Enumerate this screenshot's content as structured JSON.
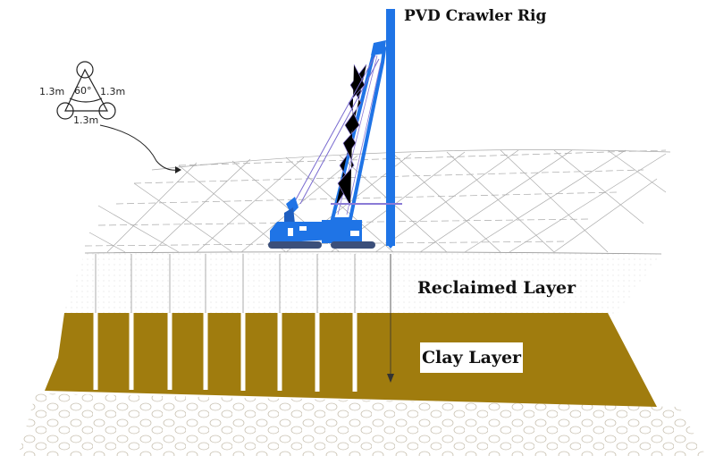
{
  "labels": {
    "rig": "PVD Crawler Rig",
    "reclaimed": "Reclaimed Layer",
    "clay": "Clay Layer"
  },
  "spacing_diagram": {
    "angle": "60°",
    "left_side": "1.3m",
    "right_side": "1.3m",
    "bottom_side": "1.3m"
  },
  "colors": {
    "rig": "#1f74e6",
    "clay": "#a07c0e",
    "track": "#3b4f7a"
  }
}
